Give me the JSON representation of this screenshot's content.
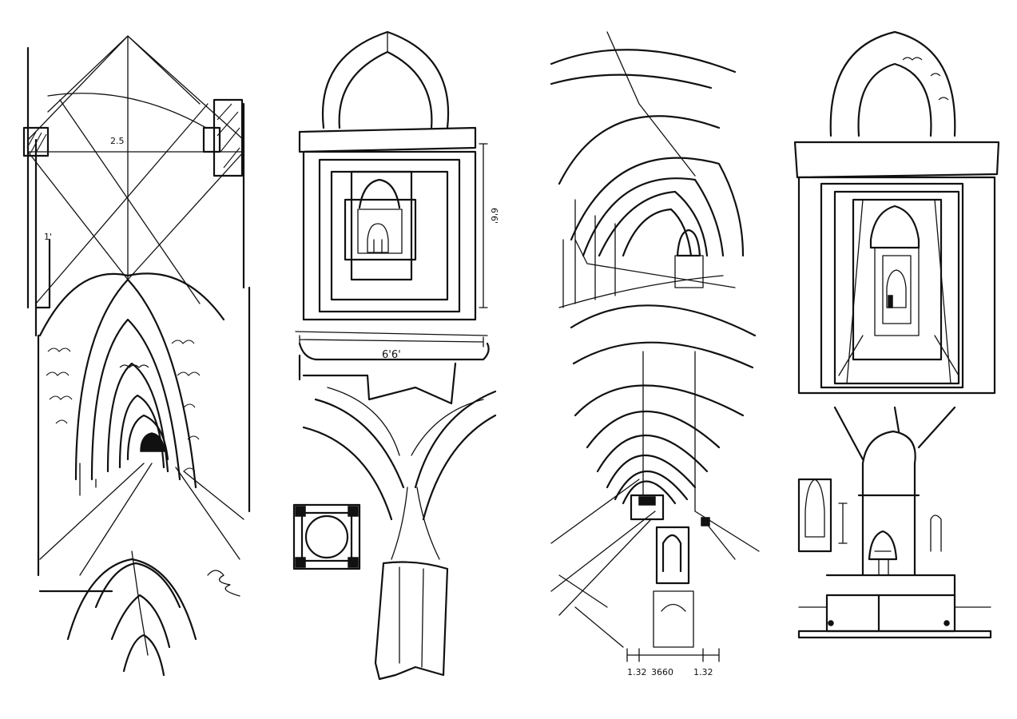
{
  "sheet": {
    "background": "#ffffff",
    "ink": "#111111",
    "annotations": {
      "panel1_span": "2.5",
      "panel1_side": "1'",
      "panel2_height": "6'6'",
      "panel2_width": "6'6'",
      "panel3_dim_left": "1.32",
      "panel3_dim_mid": "3660",
      "panel3_dim_right": "1.32"
    }
  }
}
